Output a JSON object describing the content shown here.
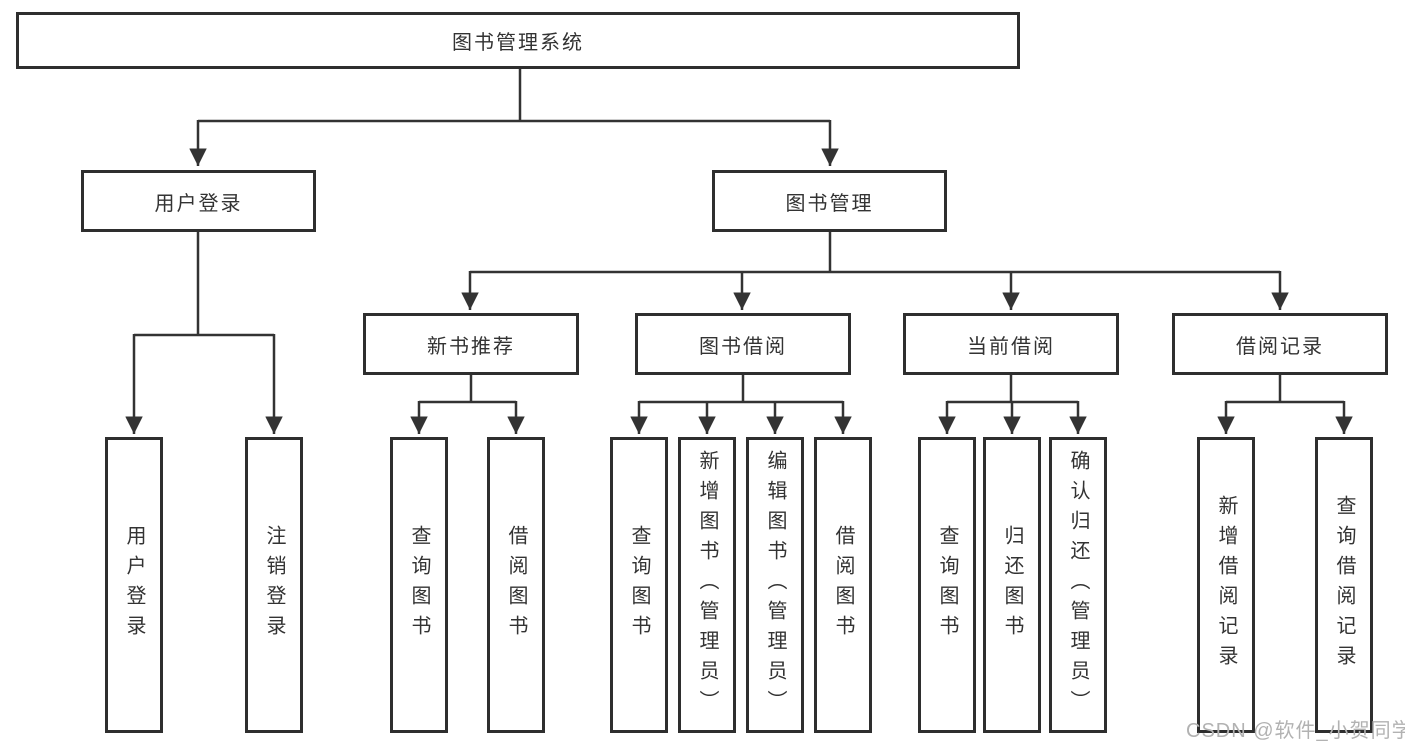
{
  "diagram": {
    "type": "tree-diagram",
    "colors": {
      "line": "#333333",
      "box_border": "#2e2e2e",
      "text": "#333333",
      "background": "#ffffff",
      "watermark": "#b2b2b2"
    },
    "root": {
      "label": "图书管理系统"
    },
    "level2": [
      {
        "label": "用户登录"
      },
      {
        "label": "图书管理"
      }
    ],
    "level3": [
      {
        "label": "新书推荐",
        "parent": "图书管理"
      },
      {
        "label": "图书借阅",
        "parent": "图书管理"
      },
      {
        "label": "当前借阅",
        "parent": "图书管理"
      },
      {
        "label": "借阅记录",
        "parent": "图书管理"
      }
    ],
    "leaves": [
      {
        "label": "用户登录",
        "parent": "用户登录"
      },
      {
        "label": "注销登录",
        "parent": "用户登录"
      },
      {
        "label": "查询图书",
        "parent": "新书推荐"
      },
      {
        "label": "借阅图书",
        "parent": "新书推荐"
      },
      {
        "label": "查询图书",
        "parent": "图书借阅"
      },
      {
        "label": "新增图书（管理员）",
        "parent": "图书借阅"
      },
      {
        "label": "编辑图书（管理员）",
        "parent": "图书借阅"
      },
      {
        "label": "借阅图书",
        "parent": "图书借阅"
      },
      {
        "label": "查询图书",
        "parent": "当前借阅"
      },
      {
        "label": "归还图书",
        "parent": "当前借阅"
      },
      {
        "label": "确认归还（管理员）",
        "parent": "当前借阅"
      },
      {
        "label": "新增借阅记录",
        "parent": "借阅记录"
      },
      {
        "label": "查询借阅记录",
        "parent": "借阅记录"
      }
    ],
    "watermark": "CSDN @软件_小贺同学"
  }
}
